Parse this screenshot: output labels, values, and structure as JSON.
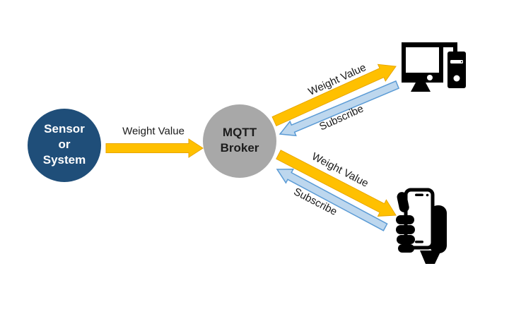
{
  "nodes": {
    "sensor": {
      "line1": "Sensor",
      "line2": "or",
      "line3": "System"
    },
    "broker": {
      "line1": "MQTT",
      "line2": "Broker"
    }
  },
  "labels": {
    "sensor_to_broker": "Weight Value",
    "broker_to_computer": "Weight Value",
    "computer_to_broker": "Subscribe",
    "broker_to_phone": "Weight Value",
    "phone_to_broker": "Subscribe"
  },
  "icons": {
    "computer": "desktop-computer-icon",
    "phone": "hand-holding-phone-icon"
  },
  "colors": {
    "sensor_circle": "#1F4E79",
    "broker_circle": "#A8A8A8",
    "publish_arrow_fill": "#FFC000",
    "publish_arrow_border": "#E8A600",
    "subscribe_arrow_fill": "#BDD7EE",
    "subscribe_arrow_border": "#5B9BD5",
    "icon": "#000000",
    "label_text": "#1A1A1A"
  }
}
